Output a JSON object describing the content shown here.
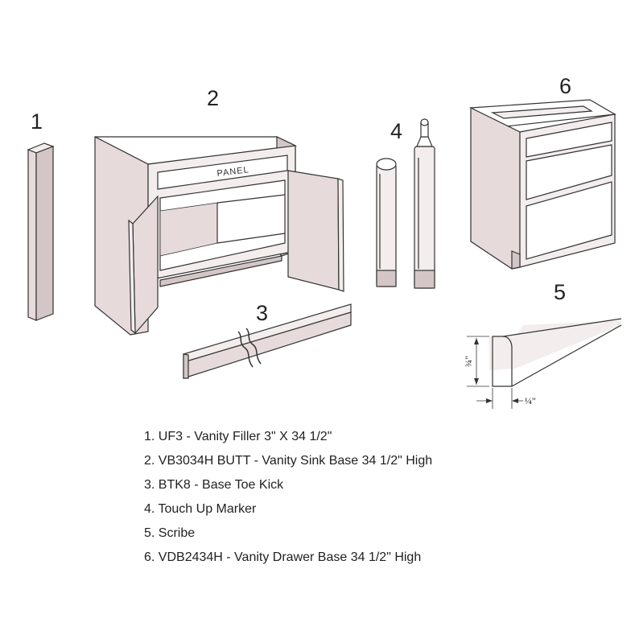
{
  "callouts": {
    "n1": "1",
    "n2": "2",
    "n3": "3",
    "n4": "4",
    "n5": "5",
    "n6": "6"
  },
  "cabinet_label": "PANEL",
  "scribe_dims": {
    "height": "¾\"",
    "width": "¼\""
  },
  "legend": [
    "1. UF3 - Vanity Filler 3\" X 34 1/2\"",
    "2. VB3034H BUTT - Vanity Sink Base 34 1/2\" High",
    "3. BTK8 - Base Toe Kick",
    "4. Touch Up Marker",
    "5. Scribe",
    "6. VDB2434H - Vanity Drawer Base 34 1/2\" High"
  ]
}
